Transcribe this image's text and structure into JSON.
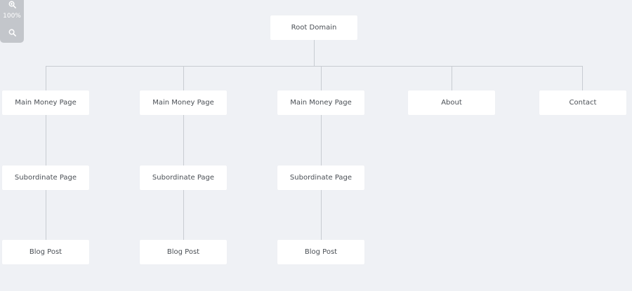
{
  "zoom": {
    "level": "100%",
    "zoom_in_icon": "zoom-in-icon",
    "zoom_out_icon": "search-icon"
  },
  "tree": {
    "root": "Root Domain",
    "level1": [
      "Main Money Page",
      "Main Money Page",
      "Main Money Page",
      "About",
      "Contact"
    ],
    "level2": [
      "Subordinate Page",
      "Subordinate Page",
      "Subordinate Page"
    ],
    "level3": [
      "Blog Post",
      "Blog Post",
      "Blog Post"
    ]
  },
  "colors": {
    "background": "#eff1f5",
    "node": "#ffffff",
    "connector": "#c8ccd2",
    "zoom_panel": "#c3c6cb"
  }
}
